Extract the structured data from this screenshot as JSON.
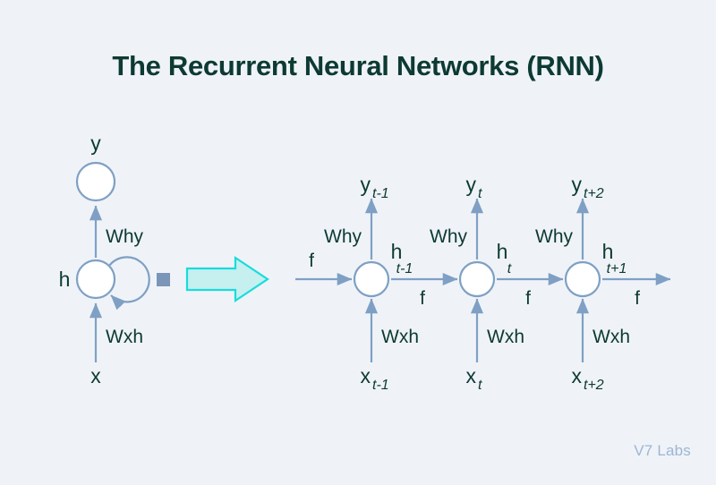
{
  "page": {
    "title": "The Recurrent Neural Networks (RNN)",
    "background_color": "#eff3f8",
    "title_color": "#0d3a33",
    "watermark": "V7 Labs",
    "watermark_color": "#9db6d4"
  },
  "palette": {
    "wire": "#7fa0c4",
    "node_fill": "#ffffff",
    "node_stroke": "#7fa0c4",
    "label": "#0d3a33",
    "square": "#7a95b8",
    "transform_arrow_fill": "#c6efef",
    "transform_arrow_stroke": "#18dcdc"
  },
  "chart_data": {
    "type": "diagram",
    "title": "The Recurrent Neural Networks (RNN)",
    "description": "Folded recurrent cell on the left, unrolled-through-time chain on the right, joined by a block arrow.",
    "folded": {
      "caption_output": "y",
      "caption_hidden": "h",
      "caption_input": "x",
      "weight_output": "Why",
      "weight_input": "Wxh",
      "has_self_loop": true,
      "self_loop_marker": "square"
    },
    "transform_arrow": "unfold",
    "unrolled": {
      "recurrent_label": "f",
      "incoming_label": "f",
      "outgoing_label": "f",
      "steps": [
        {
          "output": "y",
          "output_sub": "t-1",
          "hidden": "h",
          "hidden_sub": "t-1",
          "input": "x",
          "input_sub": "t-1",
          "weight_output": "Why",
          "weight_input": "Wxh",
          "edge_label": "f"
        },
        {
          "output": "y",
          "output_sub": "t",
          "hidden": "h",
          "hidden_sub": "t",
          "input": "x",
          "input_sub": "t",
          "weight_output": "Why",
          "weight_input": "Wxh",
          "edge_label": "f"
        },
        {
          "output": "y",
          "output_sub": "t+2",
          "hidden": "h",
          "hidden_sub": "t+1",
          "input": "x",
          "input_sub": "t+2",
          "weight_output": "Why",
          "weight_input": "Wxh",
          "edge_label": "f"
        }
      ]
    }
  }
}
